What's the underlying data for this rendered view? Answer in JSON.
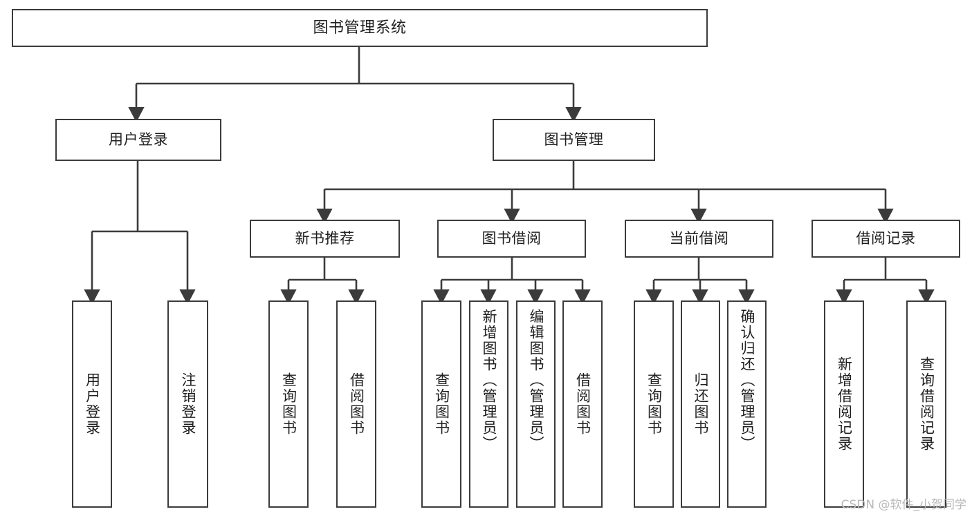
{
  "diagram": {
    "type": "tree",
    "title": "图书管理系统",
    "watermark": "CSDN @软件_小贺同学",
    "nodes": {
      "root": {
        "label": "图书管理系统"
      },
      "level2": [
        {
          "id": "user-login",
          "label": "用户登录"
        },
        {
          "id": "book-manage",
          "label": "图书管理"
        }
      ],
      "level3": [
        {
          "id": "new-book-recommend",
          "label": "新书推荐"
        },
        {
          "id": "book-borrow",
          "label": "图书借阅"
        },
        {
          "id": "current-borrow",
          "label": "当前借阅"
        },
        {
          "id": "borrow-record",
          "label": "借阅记录"
        }
      ],
      "leaves": [
        {
          "id": "leaf-user-login",
          "label": "用户登录",
          "parent": "user-login"
        },
        {
          "id": "leaf-logout-login",
          "label": "注销登录",
          "parent": "user-login"
        },
        {
          "id": "leaf-query-book-1",
          "label": "查询图书",
          "parent": "new-book-recommend"
        },
        {
          "id": "leaf-borrow-book-1",
          "label": "借阅图书",
          "parent": "new-book-recommend"
        },
        {
          "id": "leaf-query-book-2",
          "label": "查询图书",
          "parent": "book-borrow"
        },
        {
          "id": "leaf-add-book",
          "label": "新增图书（管理员）",
          "parent": "book-borrow"
        },
        {
          "id": "leaf-edit-book",
          "label": "编辑图书（管理员）",
          "parent": "book-borrow"
        },
        {
          "id": "leaf-borrow-book-2",
          "label": "借阅图书",
          "parent": "book-borrow"
        },
        {
          "id": "leaf-query-book-3",
          "label": "查询图书",
          "parent": "current-borrow"
        },
        {
          "id": "leaf-return-book",
          "label": "归还图书",
          "parent": "current-borrow"
        },
        {
          "id": "leaf-confirm-return",
          "label": "确认归还（管理员）",
          "parent": "current-borrow"
        },
        {
          "id": "leaf-add-record",
          "label": "新增借阅记录",
          "parent": "borrow-record"
        },
        {
          "id": "leaf-query-record",
          "label": "查询借阅记录",
          "parent": "borrow-record"
        }
      ]
    },
    "colors": {
      "border": "#3b3b3b",
      "background": "#ffffff",
      "text": "#1f1f1f",
      "watermark": "#b8b8b8"
    }
  }
}
